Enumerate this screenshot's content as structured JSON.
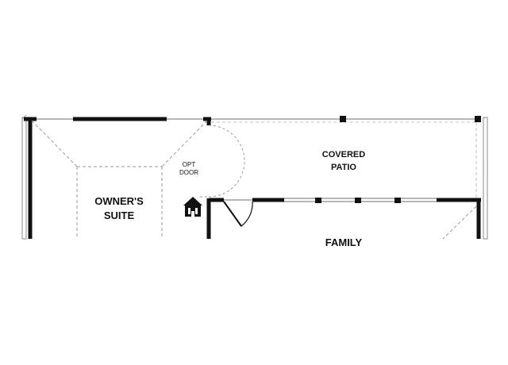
{
  "colors": {
    "wall": "#111111",
    "thin_line": "#8a8a8a",
    "dashed_line": "#9a9a9a",
    "background": "#ffffff"
  },
  "rooms": {
    "owners_suite": {
      "line1": "OWNER'S",
      "line2": "SUITE"
    },
    "covered_patio": {
      "line1": "COVERED",
      "line2": "PATIO"
    },
    "family": {
      "label": "FAMILY"
    }
  },
  "annotations": {
    "opt_door": {
      "line1": "OPT",
      "line2": "DOOR"
    }
  },
  "icons": {
    "home_tour": "house-icon"
  }
}
